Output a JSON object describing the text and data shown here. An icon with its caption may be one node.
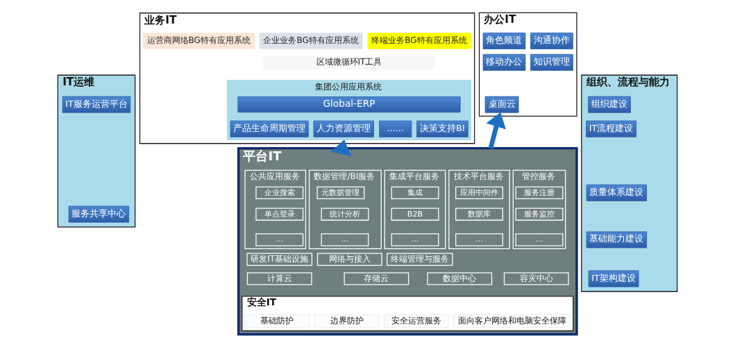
{
  "diagram": {
    "nodes": [
      {
        "text": [
          "IT运维"
        ]
      },
      {
        "text": [
          "IT服务运营平台"
        ],
        "in": 0
      },
      {
        "text": [
          "服务共享中心"
        ],
        "in": 0
      },
      {
        "text": [
          "业务IT"
        ]
      },
      {
        "text": [
          "运营商网络BG特有应用系统"
        ],
        "in": 3
      },
      {
        "text": [
          "企业业务BG特有应用系统"
        ],
        "in": 3
      },
      {
        "text": [
          "终端业务BG特有应用系统"
        ],
        "in": 3
      },
      {
        "text": [
          "区域微循环IT工具"
        ],
        "in": 3
      },
      {
        "text": [
          "集团公用应用系统"
        ],
        "in": 3
      },
      {
        "text": [
          "Global-ERP"
        ],
        "in": 8
      },
      {
        "text": [
          "产品生命周期管理"
        ],
        "in": 8
      },
      {
        "text": [
          "人力资源管理"
        ],
        "in": 8
      },
      {
        "text": [
          "决策支持BI"
        ],
        "in": 8
      },
      {
        "text": [
          "......"
        ],
        "in": 8
      },
      {
        "text": [
          "办公IT"
        ]
      },
      {
        "text": [
          "角色频道"
        ],
        "in": 14
      },
      {
        "text": [
          "沟通协作"
        ],
        "in": 14
      },
      {
        "text": [
          "移动办公"
        ],
        "in": 14
      },
      {
        "text": [
          "知识管理"
        ],
        "in": 14
      },
      {
        "text": [
          "桌面云"
        ],
        "in": 14
      },
      {
        "text": [
          "组织、流程与能力"
        ]
      },
      {
        "text": [
          "组织建设"
        ],
        "in": 20
      },
      {
        "text": [
          "IT流程建设"
        ],
        "in": 20
      },
      {
        "text": [
          "质量体系建设"
        ],
        "in": 20
      },
      {
        "text": [
          "基础能力建设"
        ],
        "in": 20
      },
      {
        "text": [
          "IT架构建设"
        ],
        "in": 20
      },
      {
        "text": [
          "平台IT"
        ]
      },
      {
        "text": [
          "公共应用服务"
        ],
        "in": 26
      },
      {
        "text": [
          "企业搜索"
        ],
        "in": 27
      },
      {
        "text": [
          "单点登录"
        ],
        "in": 27
      },
      {
        "text": [
          "..."
        ],
        "in": 27
      },
      {
        "text": [
          "数据管理/BI服务"
        ],
        "in": 26
      },
      {
        "text": [
          "元数据管理"
        ],
        "in": 31
      },
      {
        "text": [
          "统计分析"
        ],
        "in": 31
      },
      {
        "text": [
          "..."
        ],
        "in": 31
      },
      {
        "text": [
          "集成平台服务"
        ],
        "in": 26
      },
      {
        "text": [
          "集成"
        ],
        "in": 35
      },
      {
        "text": [
          "B2B"
        ],
        "in": 35
      },
      {
        "text": [
          "..."
        ],
        "in": 35
      },
      {
        "text": [
          "技术平台服务"
        ],
        "in": 26
      },
      {
        "text": [
          "应用中间件"
        ],
        "in": 39
      },
      {
        "text": [
          "数据库"
        ],
        "in": 39
      },
      {
        "text": [
          "..."
        ],
        "in": 39
      },
      {
        "text": [
          "管控服务"
        ],
        "in": 26
      },
      {
        "text": [
          "服务注册"
        ],
        "in": 43
      },
      {
        "text": [
          "服务监控"
        ],
        "in": 43
      },
      {
        "text": [
          "..."
        ],
        "in": 43
      },
      {
        "text": [
          "研发IT基础设施"
        ],
        "in": 26
      },
      {
        "text": [
          "网络与接入"
        ],
        "in": 26
      },
      {
        "text": [
          "终端管理与服务"
        ],
        "in": 26
      },
      {
        "text": [
          "计算云"
        ],
        "in": 26
      },
      {
        "text": [
          "存储云"
        ],
        "in": 26
      },
      {
        "text": [
          "数据中心"
        ],
        "in": 26
      },
      {
        "text": [
          "容灾中心"
        ],
        "in": 26
      },
      {
        "text": [
          "安全IT"
        ],
        "in": 26
      },
      {
        "text": [
          "基础防护"
        ],
        "in": 54
      },
      {
        "text": [
          "边界防护"
        ],
        "in": 54
      },
      {
        "text": [
          "安全运营服务"
        ],
        "in": 54
      },
      {
        "text": [
          "面向客户网络和电脑安全保障"
        ],
        "in": 54
      }
    ],
    "edges": [
      {
        "from": 26,
        "to": 3,
        "arrow": "to"
      },
      {
        "from": 26,
        "to": 14,
        "arrow": "to"
      }
    ]
  }
}
